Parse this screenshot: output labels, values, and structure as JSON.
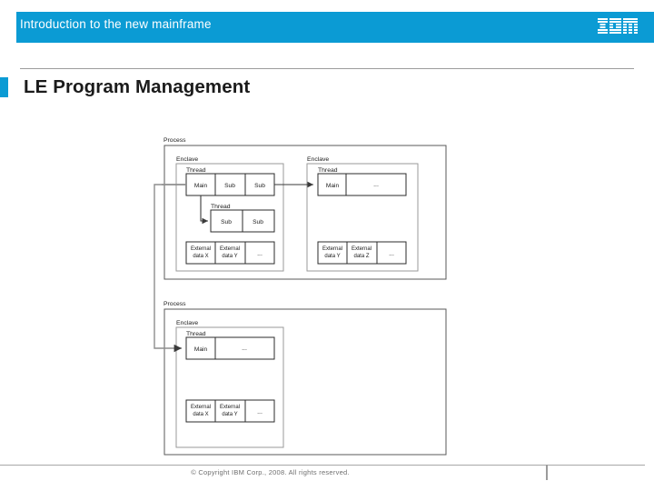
{
  "header": {
    "title": "Introduction to the new mainframe",
    "logo_name": "IBM",
    "bar_color": "#0b9bd4"
  },
  "slide": {
    "title": "LE  Program Management",
    "accent_color": "#0b9bd4"
  },
  "footer": {
    "copyright": "© Copyright IBM Corp., 2008. All rights reserved."
  },
  "diagram": {
    "type": "block-diagram",
    "labels": {
      "process": "Process",
      "enclave": "Enclave",
      "thread": "Thread",
      "main": "Main",
      "sub": "Sub",
      "ellipsis": "...",
      "external_data_x": "External data X",
      "external_data_y": "External data Y",
      "external_data_z": "External data Z"
    },
    "processes": [
      {
        "label": "Process",
        "enclaves": [
          {
            "label": "Enclave",
            "threads": [
              {
                "label": "Thread",
                "cells": [
                  "Main",
                  "Sub",
                  "Sub"
                ]
              },
              {
                "label": "Thread",
                "cells": [
                  "Sub",
                  "Sub"
                ]
              }
            ],
            "data_row": [
              "External data X",
              "External data Y",
              "..."
            ]
          },
          {
            "label": "Enclave",
            "threads": [
              {
                "label": "Thread",
                "cells": [
                  "Main",
                  "..."
                ]
              }
            ],
            "data_row": [
              "External data Y",
              "External data Z",
              "..."
            ]
          }
        ]
      },
      {
        "label": "Process",
        "enclaves": [
          {
            "label": "Enclave",
            "threads": [
              {
                "label": "Thread",
                "cells": [
                  "Main",
                  "..."
                ]
              }
            ],
            "data_row": [
              "External data X",
              "External data Y",
              "..."
            ]
          }
        ]
      }
    ],
    "connectors": [
      {
        "from": "process1.enclave1.thread1.Main",
        "to": "process1.enclave1.thread2.Sub"
      },
      {
        "from": "process1.enclave1.thread1.Sub",
        "to": "process1.enclave2.thread1.Main"
      },
      {
        "from": "process1.enclave1.thread1.Main",
        "to": "process2.enclave1.thread1.Main"
      }
    ]
  }
}
